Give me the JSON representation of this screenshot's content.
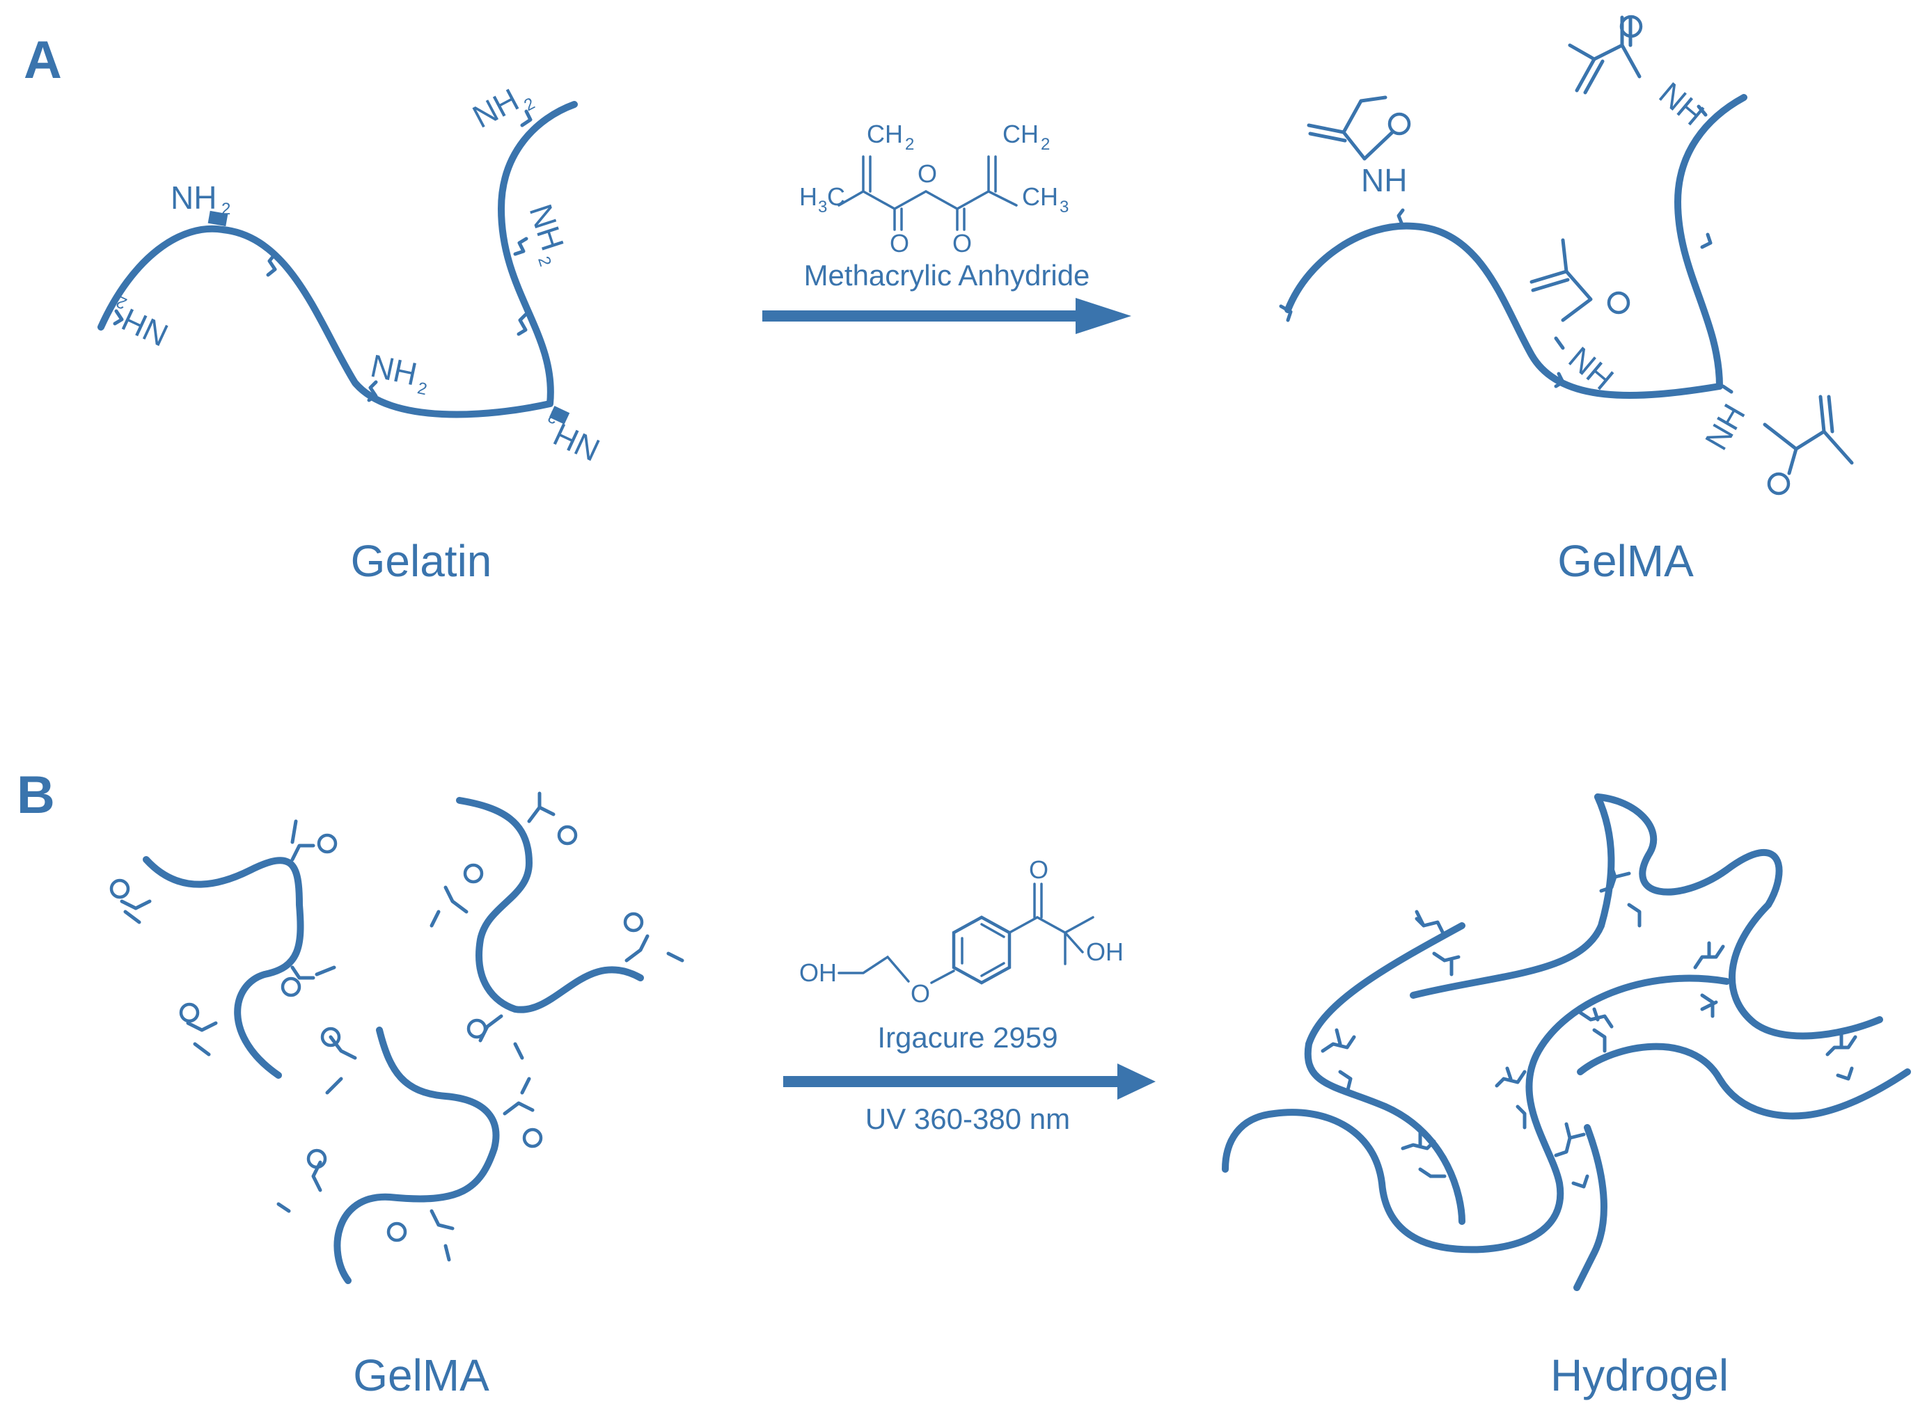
{
  "panels": {
    "a": {
      "letter": "A",
      "left_caption": "Gelatin",
      "right_caption": "GelMA",
      "reagent_label": "Methacrylic Anhydride",
      "amine_group": "NH",
      "amine_subscript": "2",
      "amide_group": "NH",
      "oxygen": "O",
      "reagent_structure": {
        "ch2": "CH",
        "ch2_sub": "2",
        "h3c": "H",
        "h3c_sub": "3",
        "h3c_c": "C",
        "ch3": "CH",
        "ch3_sub": "3",
        "bridge_o": "O",
        "carbonyl_o": "O"
      }
    },
    "b": {
      "letter": "B",
      "left_caption": "GelMA",
      "right_caption": "Hydrogel",
      "reagent_label": "Irgacure 2959",
      "condition_label": "UV 360-380 nm",
      "initiator_structure": {
        "oh_left": "OH",
        "oh_right": "OH",
        "ether_o": "O",
        "ketone_o": "O"
      }
    }
  },
  "colors": {
    "accent": "#3a74ad",
    "background": "#ffffff"
  }
}
